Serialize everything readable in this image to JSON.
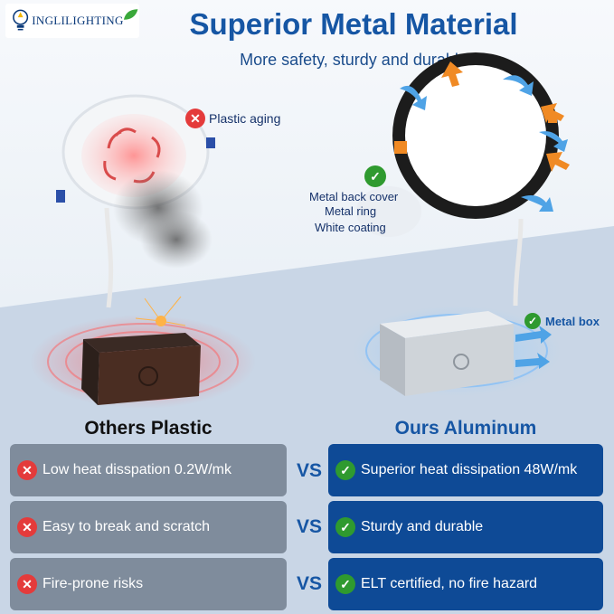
{
  "brand": {
    "name": "INGLILIGHTING"
  },
  "header": {
    "title": "Superior Metal Material",
    "subtitle": "More safety, sturdy and durable"
  },
  "left_callouts": {
    "plastic_aging": "Plastic aging"
  },
  "right_callouts": {
    "back_cover": "Metal back cover",
    "ring": "Metal ring",
    "coating": "White coating",
    "box": "Metal box"
  },
  "columns": {
    "left": "Others Plastic",
    "right": "Ours Aluminum"
  },
  "vs_label": "VS",
  "comparison": [
    {
      "left": "Low heat disspation 0.2W/mk",
      "right": "Superior heat dissipation 48W/mk"
    },
    {
      "left": "Easy to break and scratch",
      "right": "Sturdy and durable"
    },
    {
      "left": "Fire-prone risks",
      "right": "ELT certified, no fire hazard"
    }
  ],
  "colors": {
    "accent_blue": "#1656a4",
    "dark_blue": "#0e4a96",
    "gray": "#7f8c9c",
    "red": "#e43b3b",
    "green": "#2f9a2f"
  },
  "icons": {
    "bad": "x-circle-icon",
    "good": "check-circle-icon"
  }
}
